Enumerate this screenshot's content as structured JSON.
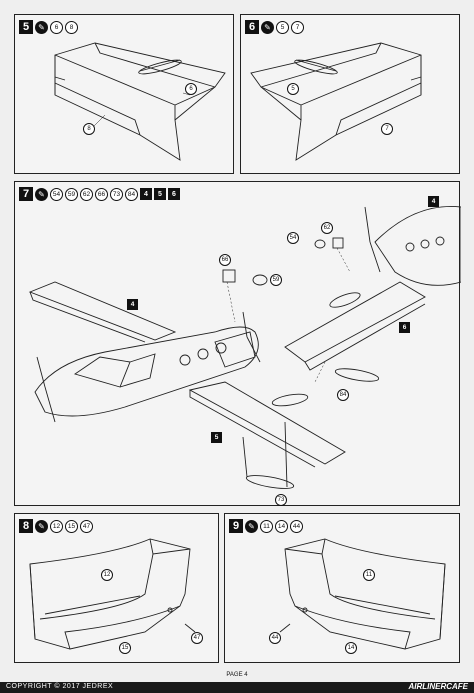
{
  "steps": {
    "s5": {
      "number": "5",
      "glue": "✎",
      "parts": [
        "6",
        "8"
      ],
      "labels": {
        "a": "6",
        "b": "8"
      }
    },
    "s6": {
      "number": "6",
      "glue": "✎",
      "parts": [
        "5",
        "7"
      ],
      "labels": {
        "a": "5",
        "b": "7"
      }
    },
    "s7": {
      "number": "7",
      "glue": "✎",
      "parts": [
        "54",
        "59",
        "62",
        "66",
        "73",
        "84"
      ],
      "sub_parts": [
        "4",
        "5",
        "6"
      ],
      "labels": {
        "p66": "66",
        "p59": "59",
        "p54": "54",
        "p62": "62",
        "p4a": "4",
        "p4b": "4",
        "p6": "6",
        "p84": "84",
        "p5": "5",
        "p73": "73"
      }
    },
    "s8": {
      "number": "8",
      "glue": "✎",
      "parts": [
        "12",
        "15",
        "47"
      ],
      "labels": {
        "a": "12",
        "b": "15",
        "c": "47"
      }
    },
    "s9": {
      "number": "9",
      "glue": "✎",
      "parts": [
        "11",
        "14",
        "44"
      ],
      "labels": {
        "a": "11",
        "b": "14",
        "c": "44"
      }
    }
  },
  "page": {
    "label": "PAGE 4"
  },
  "footer": {
    "copyright": "COPYRIGHT © 2017 JEDREX",
    "brand": "AIRLINERCAFE"
  }
}
